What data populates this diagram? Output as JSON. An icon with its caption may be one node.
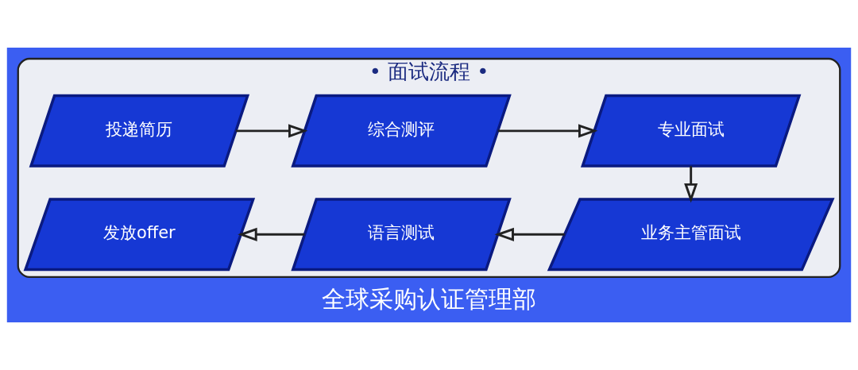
{
  "diagram": {
    "caption": "全球采购认证管理部",
    "nodes": [
      {
        "text": [
          "• 面试流程 •"
        ]
      },
      {
        "text": [
          "投递简历"
        ],
        "in": 0
      },
      {
        "text": [
          "综合测评"
        ],
        "in": 0
      },
      {
        "text": [
          "专业面试"
        ],
        "in": 0
      },
      {
        "text": [
          "业务主管面试"
        ],
        "in": 0
      },
      {
        "text": [
          "语言测试"
        ],
        "in": 0
      },
      {
        "text": [
          "发放offer"
        ],
        "in": 0
      }
    ],
    "edges": [
      {
        "from": 1,
        "to": 2,
        "arrow": "to"
      },
      {
        "from": 2,
        "to": 3,
        "arrow": "to"
      },
      {
        "from": 3,
        "to": 4,
        "arrow": "to"
      },
      {
        "from": 4,
        "to": 5,
        "arrow": "to"
      },
      {
        "from": 5,
        "to": 6,
        "arrow": "to"
      }
    ]
  }
}
